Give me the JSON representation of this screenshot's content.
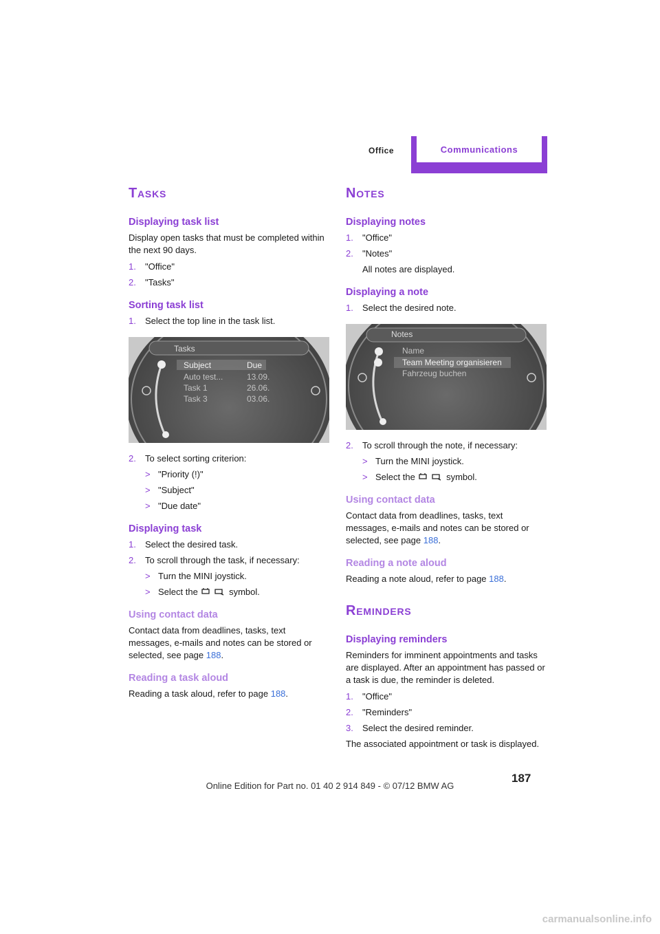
{
  "header": {
    "section": "Office",
    "tab": "Communications"
  },
  "left": {
    "title": "Tasks",
    "displaying_task_list": {
      "heading": "Displaying task list",
      "intro": "Display open tasks that must be completed within the next 90 days.",
      "steps": [
        {
          "num": "1.",
          "text": "\"Office\""
        },
        {
          "num": "2.",
          "text": "\"Tasks\""
        }
      ]
    },
    "sorting_task_list": {
      "heading": "Sorting task list",
      "step1": {
        "num": "1.",
        "text": "Select the top line in the task list."
      },
      "screen": {
        "title": "Tasks",
        "col_subject": "Subject",
        "col_due": "Due",
        "rows": [
          {
            "subject": "Auto test...",
            "due": "13.09."
          },
          {
            "subject": "Task 1",
            "due": "26.06."
          },
          {
            "subject": "Task 3",
            "due": "03.06."
          }
        ]
      },
      "step2": {
        "num": "2.",
        "text": "To select sorting criterion:"
      },
      "options": [
        "\"Priority (!)\"",
        "\"Subject\"",
        "\"Due date\""
      ]
    },
    "displaying_task": {
      "heading": "Displaying task",
      "step1": {
        "num": "1.",
        "text": "Select the desired task."
      },
      "step2": {
        "num": "2.",
        "text": "To scroll through the task, if necessary:"
      },
      "sub1": "Turn the MINI joystick.",
      "sub2_pre": "Select the",
      "sub2_post": "symbol."
    },
    "using_contact_data": {
      "heading": "Using contact data",
      "text": "Contact data from deadlines, tasks, text messages, e-mails and notes can be stored or selected, see page",
      "page": "188",
      "end": "."
    },
    "reading_aloud": {
      "heading": "Reading a task aloud",
      "text": "Reading a task aloud, refer to page",
      "page": "188",
      "end": "."
    }
  },
  "right": {
    "title": "Notes",
    "displaying_notes": {
      "heading": "Displaying notes",
      "steps": [
        {
          "num": "1.",
          "text": "\"Office\""
        },
        {
          "num": "2.",
          "text": "\"Notes\""
        }
      ],
      "note": "All notes are displayed."
    },
    "displaying_note": {
      "heading": "Displaying a note",
      "step1": {
        "num": "1.",
        "text": "Select the desired note."
      },
      "screen": {
        "title": "Notes",
        "rows": [
          "Name",
          "Team Meeting organisieren",
          "Fahrzeug buchen"
        ]
      },
      "step2": {
        "num": "2.",
        "text": "To scroll through the note, if necessary:"
      },
      "sub1": "Turn the MINI joystick.",
      "sub2_pre": "Select the",
      "sub2_post": "symbol."
    },
    "using_contact_data": {
      "heading": "Using contact data",
      "text": "Contact data from deadlines, tasks, text messages, e-mails and notes can be stored or selected, see page",
      "page": "188",
      "end": "."
    },
    "reading_aloud": {
      "heading": "Reading a note aloud",
      "text": "Reading a note aloud, refer to page",
      "page": "188",
      "end": "."
    },
    "reminders_title": "Reminders",
    "displaying_reminders": {
      "heading": "Displaying reminders",
      "intro": "Reminders for imminent appointments and tasks are displayed. After an appointment has passed or a task is due, the reminder is deleted.",
      "steps": [
        {
          "num": "1.",
          "text": "\"Office\""
        },
        {
          "num": "2.",
          "text": "\"Reminders\""
        },
        {
          "num": "3.",
          "text": "Select the desired reminder."
        }
      ],
      "outro": "The associated appointment or task is displayed."
    }
  },
  "page_number": "187",
  "footer": "Online Edition for Part no. 01 40 2 914 849 - © 07/12 BMW AG",
  "watermark": "carmanualsonline.info",
  "colors": {
    "accent": "#8b3fd4",
    "subheading": "#b386e3",
    "link": "#3a6fd8"
  }
}
